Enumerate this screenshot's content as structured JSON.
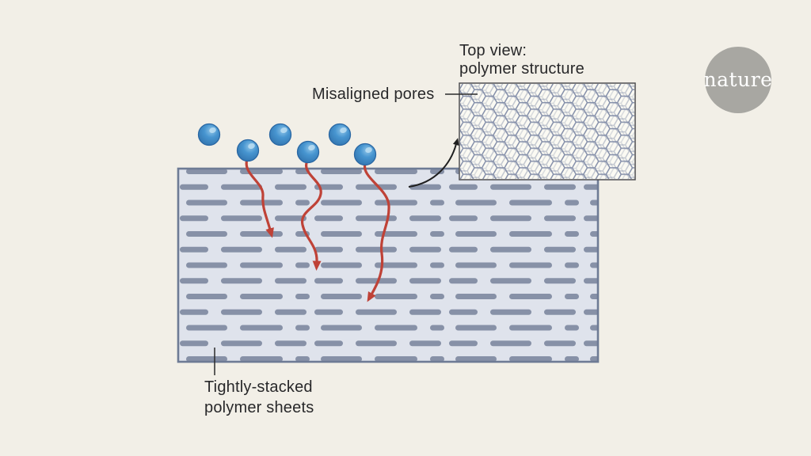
{
  "figure": {
    "type": "scientific-illustration",
    "subject": "water molecules diffusing through misaligned pores of tightly-stacked polymer sheets"
  },
  "labels": {
    "top_view_line1": "Top view:",
    "top_view_line2": "polymer structure",
    "misaligned_pores": "Misaligned pores",
    "tightly_stacked_line1": "Tightly-stacked",
    "tightly_stacked_line2": "polymer sheets"
  },
  "logo": {
    "text": "nature"
  },
  "colors": {
    "background": "#f2efe7",
    "block_fill": "#dfe3ec",
    "block_border": "#6e7b95",
    "dash": "#8791a7",
    "arrow_red": "#bf4237",
    "molecule_blue": "#3d8ac5",
    "ink": "#28282a",
    "inset_fill": "#fbfaf3",
    "hex_line": "#7f8aa6",
    "logo_gray": "#a8a7a2"
  },
  "counts": {
    "molecules": 6,
    "diffusion_arrows": 3
  }
}
